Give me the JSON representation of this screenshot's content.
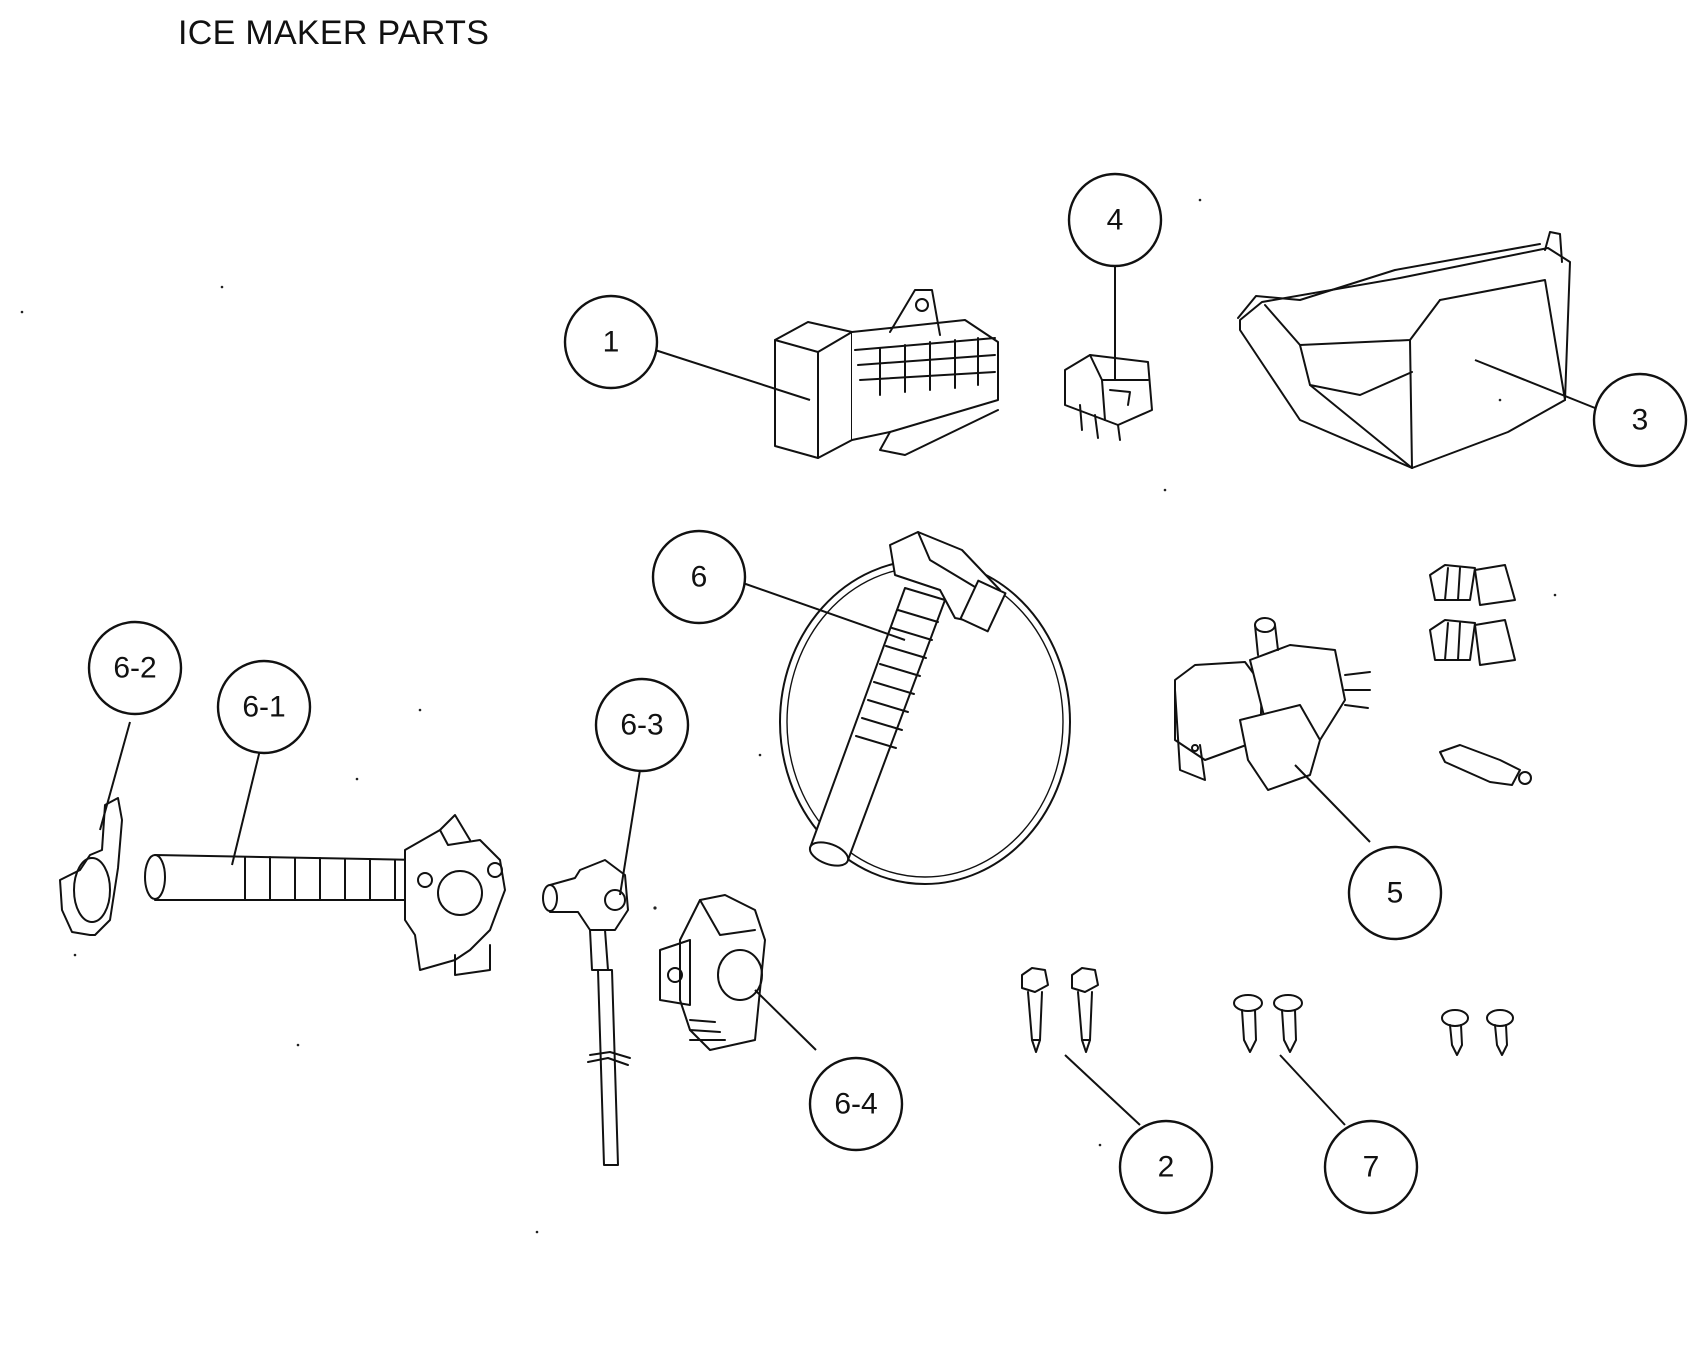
{
  "title": "ICE MAKER PARTS",
  "callouts": {
    "c1": "1",
    "c2": "2",
    "c3": "3",
    "c4": "4",
    "c5": "5",
    "c6": "6",
    "c6_1": "6-1",
    "c6_2": "6-2",
    "c6_3": "6-3",
    "c6_4": "6-4",
    "c7": "7"
  }
}
